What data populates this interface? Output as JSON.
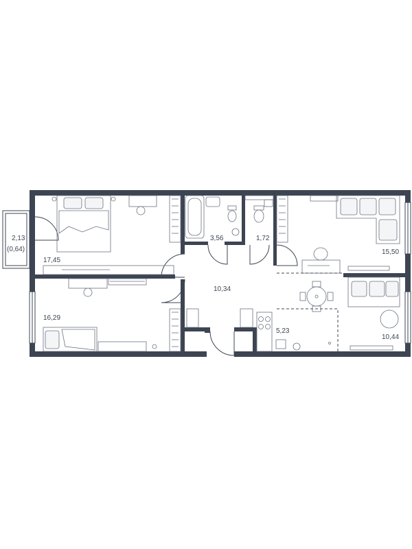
{
  "rooms": [
    {
      "id": "balcony",
      "area": "2,13",
      "area_reduced": "(0,64)"
    },
    {
      "id": "bedroom-1",
      "area": "17,45"
    },
    {
      "id": "bedroom-2",
      "area": "16,29"
    },
    {
      "id": "bathroom",
      "area": "3,56"
    },
    {
      "id": "toilet",
      "area": "1,72"
    },
    {
      "id": "hall",
      "area": "10,34"
    },
    {
      "id": "living-room",
      "area": "15,50"
    },
    {
      "id": "kitchen",
      "area": "5,23"
    },
    {
      "id": "dining",
      "area": "10,44"
    }
  ],
  "colors": {
    "wall": "#3d4452",
    "furniture": "#6b7280"
  }
}
